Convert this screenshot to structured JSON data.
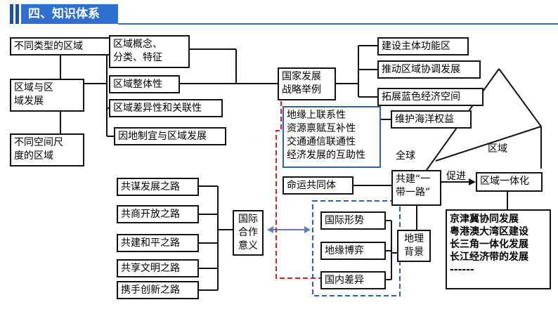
{
  "header": {
    "title": "四、知识体系"
  },
  "left": {
    "type_region": "不同类型的区域",
    "region_dev": [
      "区域与区",
      "域发展"
    ],
    "scale_region": [
      "不同空间尺",
      "度的区域"
    ],
    "concepts": [
      "区域概念、",
      "分类、特征"
    ],
    "integrity": "区域整体性",
    "difference": "区域差异性和关联性",
    "adapt": "因地制宜与区域发展"
  },
  "strategy": {
    "label": [
      "国家发展",
      "战略举例"
    ],
    "items": [
      "建设主体功能区",
      "推动区域协调发展",
      "拓展蓝色经济空间",
      "维护海洋权益"
    ]
  },
  "ties": [
    "地缘上联系性",
    "资源禀赋互补性",
    "交通通信联通性",
    "经济发展的互助性"
  ],
  "flow": {
    "global": "全球",
    "regional": "区域",
    "community": "命运共同体",
    "belt_road": [
      "共建“一",
      "带一路”"
    ],
    "promote": "促进",
    "integration": "区域一体化"
  },
  "integration_examples": [
    "京津冀协同发展",
    "粤港澳大湾区建设",
    "长三角一体化发展",
    "长江经济带的发展",
    "------"
  ],
  "paths": [
    "共谋发展之路",
    "共商开放之路",
    "共建和平之路",
    "共享文明之路",
    "携手创新之路"
  ],
  "significance": [
    "国际",
    "合作",
    "意义"
  ],
  "background": {
    "items": [
      "国际形势",
      "地缘博弈",
      "国内差异"
    ],
    "label": [
      "地理",
      "背景"
    ]
  }
}
